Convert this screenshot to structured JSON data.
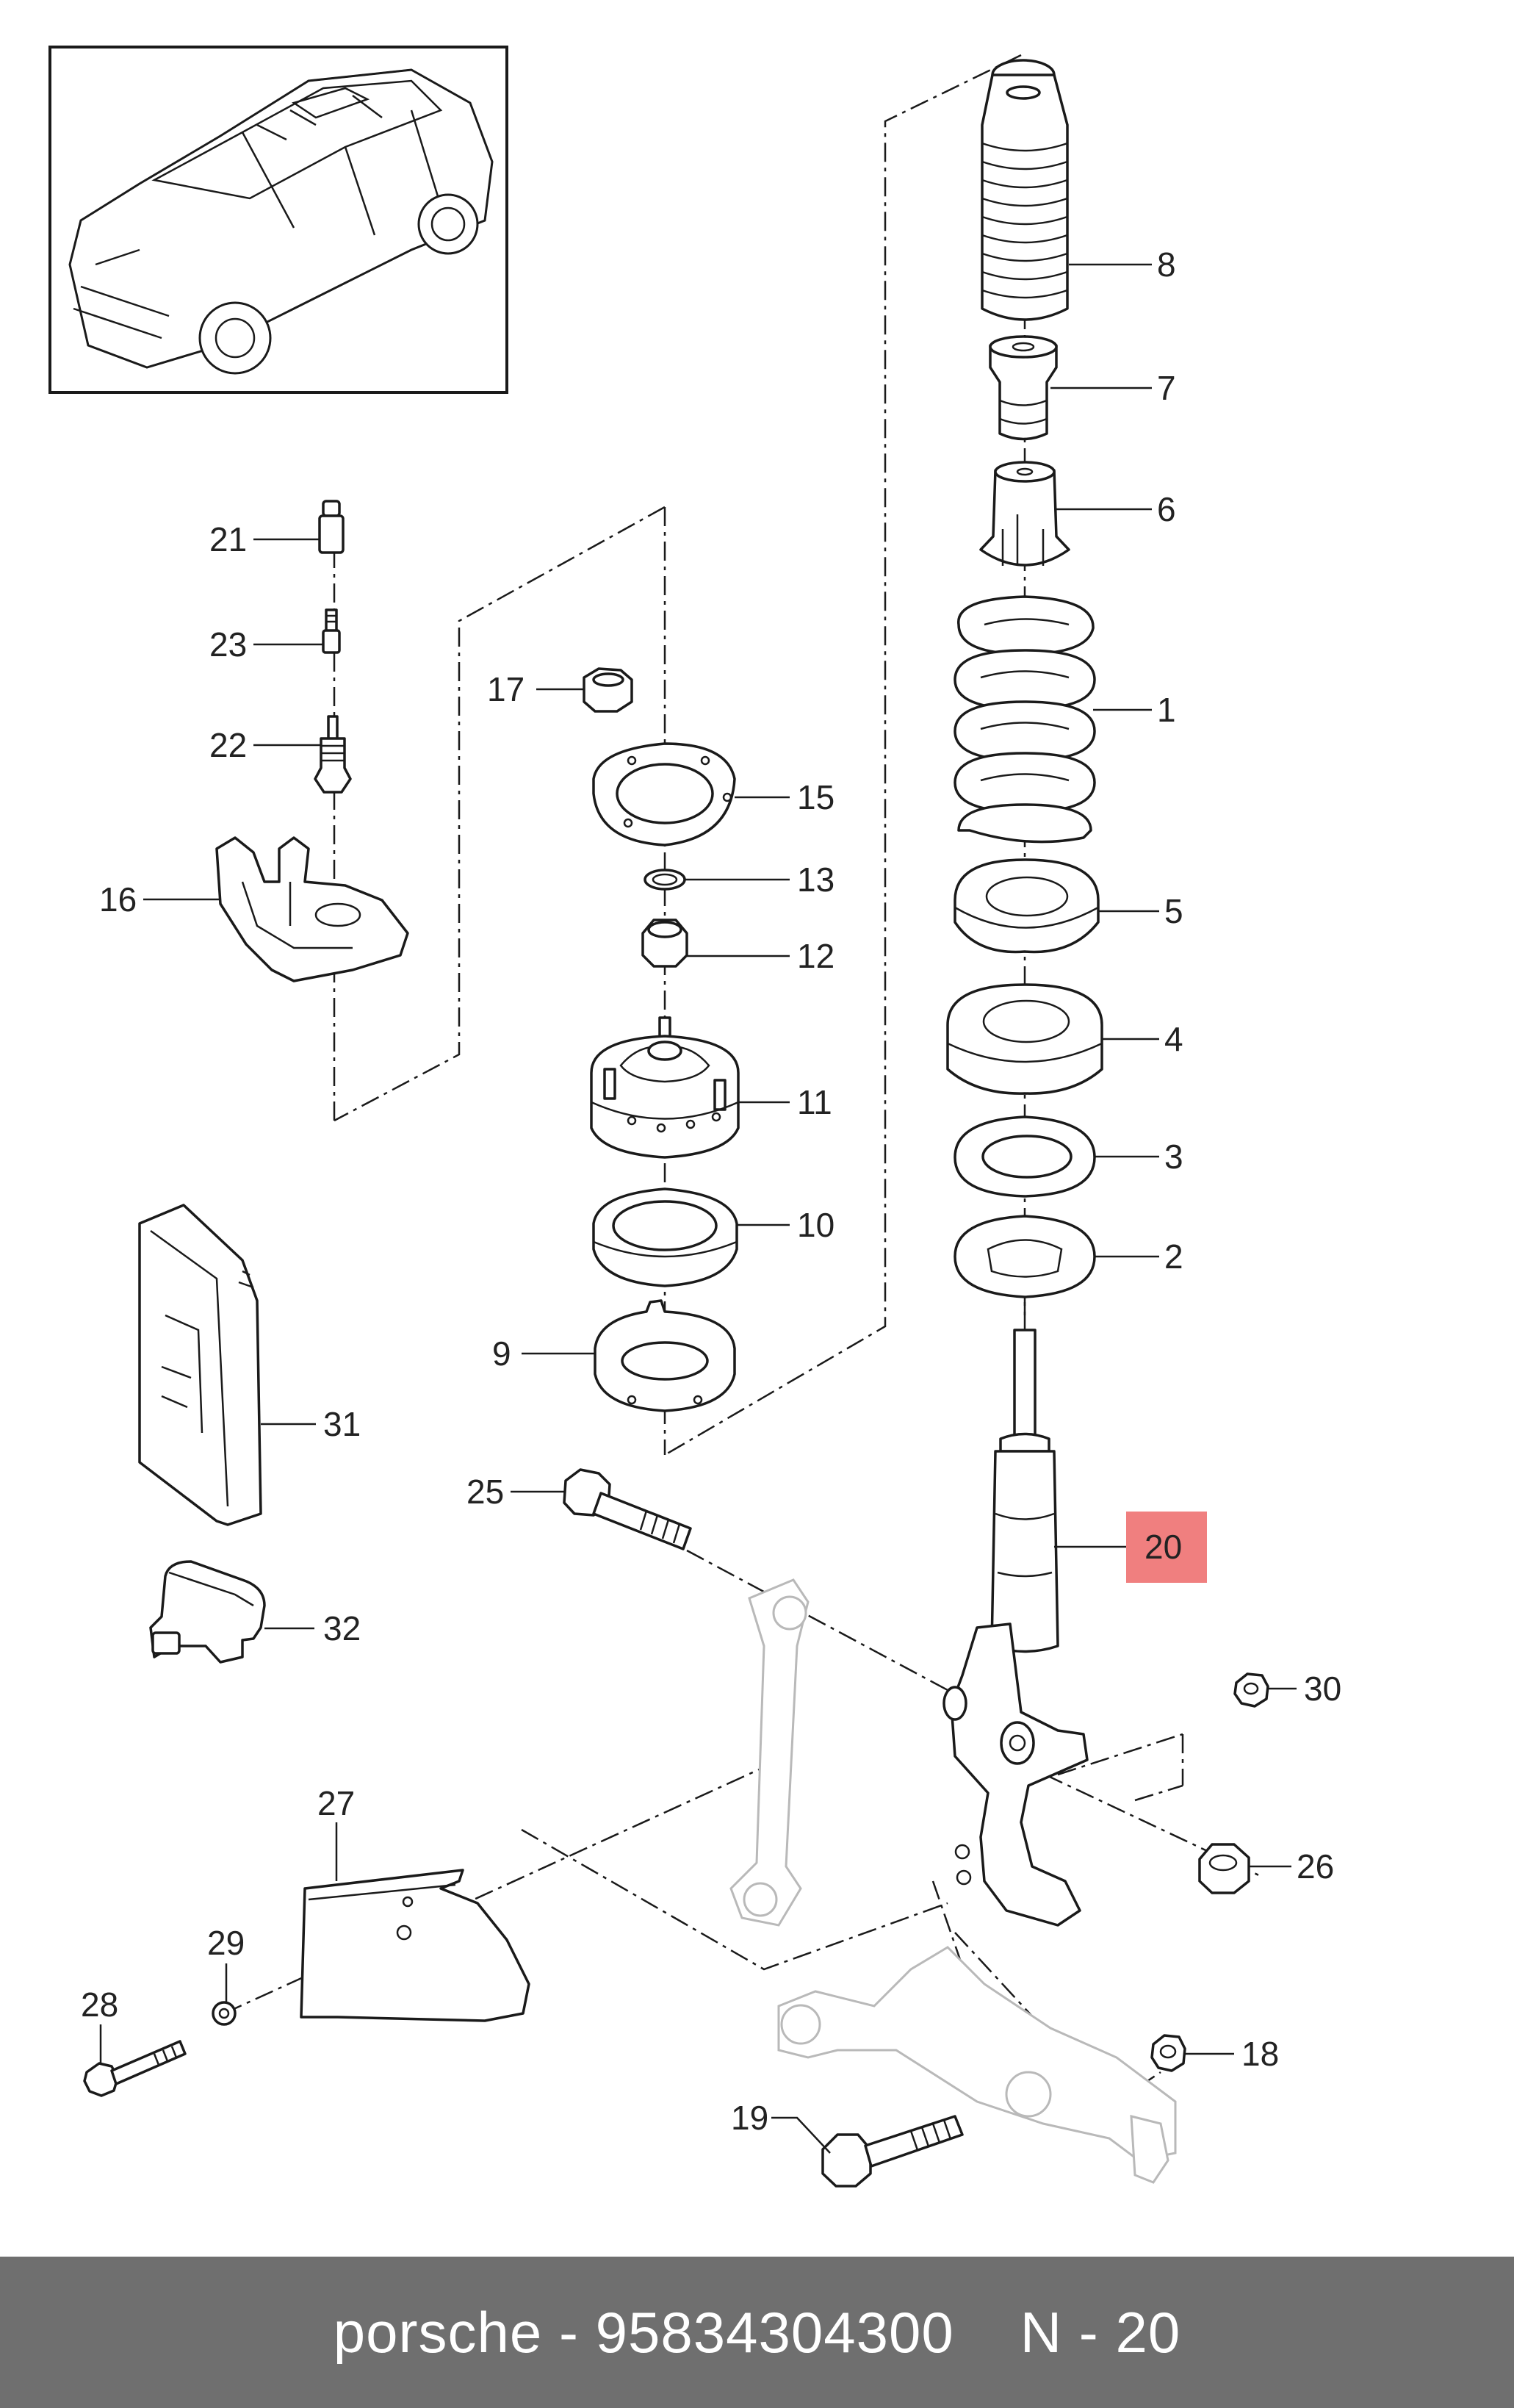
{
  "footer": {
    "brand": "porsche",
    "separator": " - ",
    "part_number": "95834304300",
    "ref_prefix": "N - ",
    "ref_number": "20"
  },
  "highlight": {
    "label": "20",
    "color": "#f07f7f"
  },
  "callouts": {
    "c1": "1",
    "c2": "2",
    "c3": "3",
    "c4": "4",
    "c5": "5",
    "c6": "6",
    "c7": "7",
    "c8": "8",
    "c9": "9",
    "c10": "10",
    "c11": "11",
    "c12": "12",
    "c13": "13",
    "c15": "15",
    "c16": "16",
    "c17": "17",
    "c18": "18",
    "c19": "19",
    "c20": "20",
    "c21": "21",
    "c22": "22",
    "c23": "23",
    "c25": "25",
    "c26": "26",
    "c27": "27",
    "c28": "28",
    "c29": "29",
    "c30": "30",
    "c31": "31",
    "c32": "32"
  }
}
